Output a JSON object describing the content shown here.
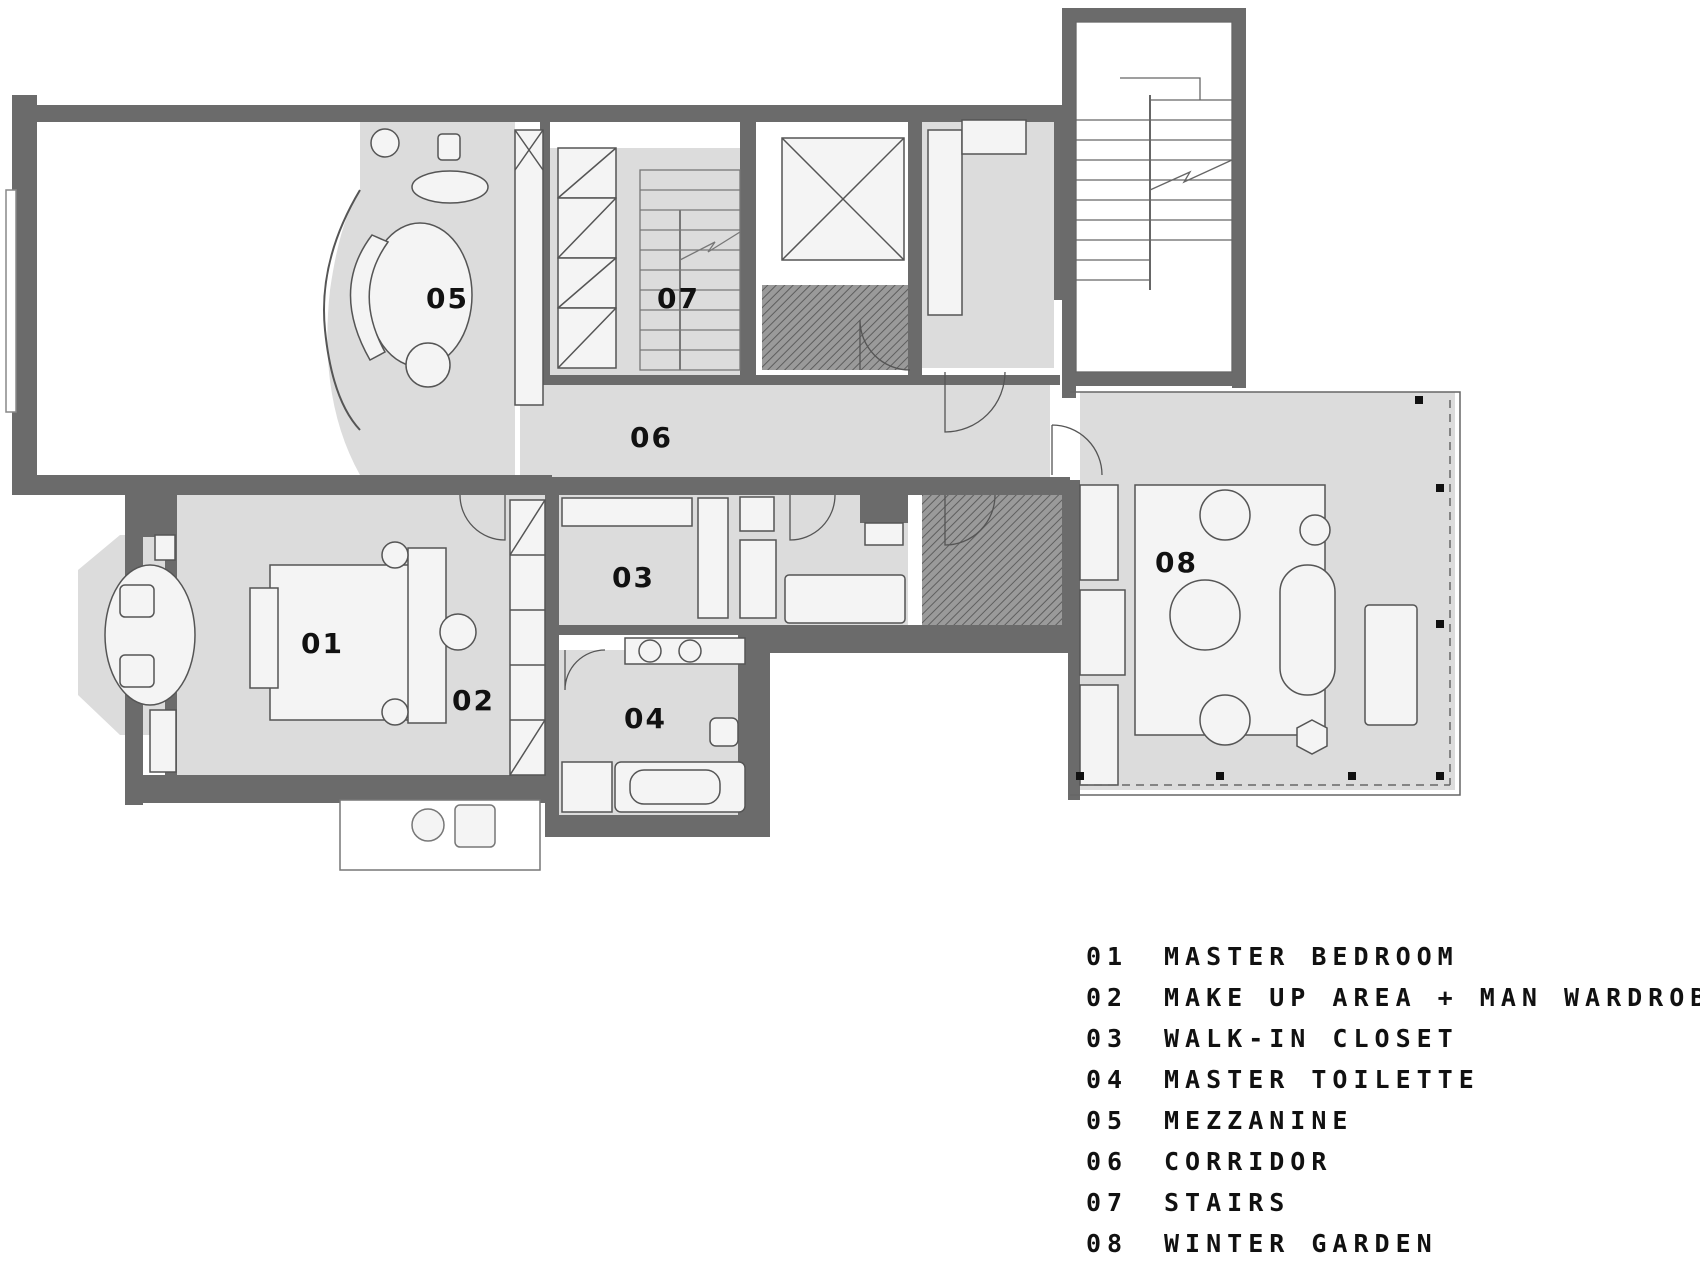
{
  "colors": {
    "wall": "#6b6b6b",
    "floor": "#dcdcdc",
    "hatch": "#7c7c7c",
    "furniture_fill": "#f4f4f4",
    "furniture_stroke": "#555555",
    "text": "#111111"
  },
  "rooms": [
    {
      "id": "room-01",
      "label": "01"
    },
    {
      "id": "room-02",
      "label": "02"
    },
    {
      "id": "room-03",
      "label": "03"
    },
    {
      "id": "room-04",
      "label": "04"
    },
    {
      "id": "room-05",
      "label": "05"
    },
    {
      "id": "room-06",
      "label": "06"
    },
    {
      "id": "room-07",
      "label": "07"
    },
    {
      "id": "room-08",
      "label": "08"
    }
  ],
  "legend": [
    {
      "num": "01",
      "name": "MASTER BEDROOM"
    },
    {
      "num": "02",
      "name": "MAKE UP AREA + MAN WARDROBE"
    },
    {
      "num": "03",
      "name": "WALK-IN CLOSET"
    },
    {
      "num": "04",
      "name": "MASTER TOILETTE"
    },
    {
      "num": "05",
      "name": "MEZZANINE"
    },
    {
      "num": "06",
      "name": "CORRIDOR"
    },
    {
      "num": "07",
      "name": "STAIRS"
    },
    {
      "num": "08",
      "name": "WINTER GARDEN"
    }
  ]
}
